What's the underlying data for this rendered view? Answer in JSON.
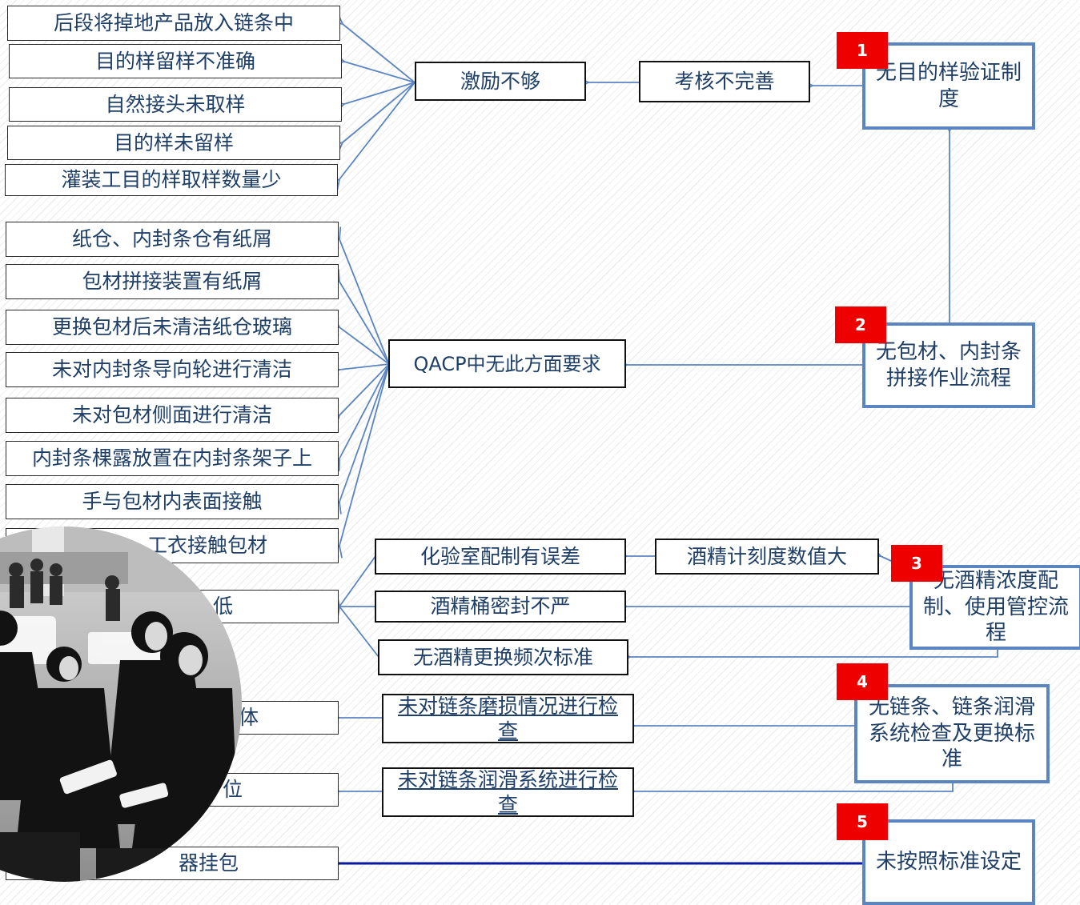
{
  "group1": {
    "leaves": [
      "后段将掉地产品放入链条中",
      "目的样留样不准确",
      "自然接头未取样",
      "目的样未留样",
      "灌装工目的样取样数量少"
    ],
    "mid": "激励不够",
    "mid2": "考核不完善",
    "root": "无目的样验证制度",
    "badge": "1"
  },
  "group2": {
    "leaves": [
      "纸仓、内封条仓有纸屑",
      "包材拼接装置有纸屑",
      "更换包材后未清洁纸仓玻璃",
      "未对内封条导向轮进行清洁",
      "未对包材侧面进行清洁",
      "内封条棵露放置在内封条架子上",
      "手与包材内表面接触",
      "工衣接触包材"
    ],
    "mid": "QACP中无此方面要求",
    "root": "无包材、内封条拼接作业流程",
    "badge": "2"
  },
  "group3": {
    "leaf": "低",
    "mids": [
      "化验室配制有误差",
      "酒精桶密封不严",
      "无酒精更换频次标准"
    ],
    "mid_extra": "酒精计刻度数值大",
    "root": "无酒精浓度配制、使用管控流程",
    "badge": "3"
  },
  "group4": {
    "leaves": [
      "体",
      "位"
    ],
    "mids": [
      "未对链条磨损情况进行检查",
      "未对链条润滑系统进行检查"
    ],
    "root": "无链条、链条润滑系统检查及更换标准",
    "badge": "4"
  },
  "group5": {
    "leaf": "器挂包",
    "root": "未按照标准设定",
    "badge": "5"
  },
  "colors": {
    "arrow": "#5b85c0",
    "arrow_dark": "#0a1aa0",
    "badge": "#ee0000",
    "text": "#1f3f66"
  }
}
